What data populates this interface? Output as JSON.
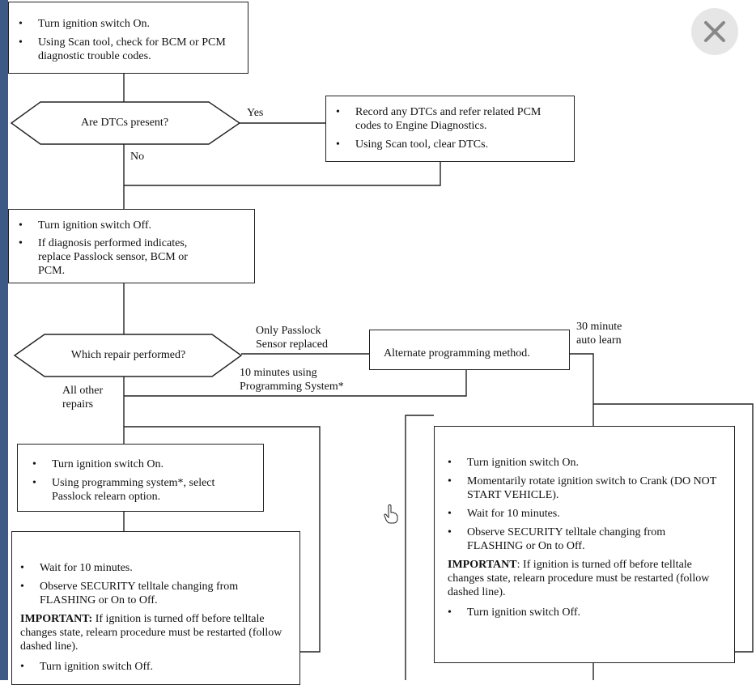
{
  "steps": {
    "step1": {
      "bullets": [
        "Turn ignition switch On.",
        "Using Scan tool, check for BCM or PCM diagnostic trouble codes."
      ]
    },
    "decision1": {
      "question": "Are DTCs present?",
      "yes": "Yes",
      "no": "No"
    },
    "record": {
      "bullets": [
        "Record any DTCs and refer related PCM codes to Engine Diagnostics.",
        "Using Scan tool, clear DTCs."
      ]
    },
    "step2": {
      "bullets": [
        "Turn ignition switch Off.",
        "If diagnosis performed indicates, replace Passlock sensor, BCM or PCM."
      ]
    },
    "decision2": {
      "question": "Which repair performed?",
      "branch_sensor": "Only Passlock\nSensor replaced",
      "branch_other": "All other\nrepairs",
      "branch_programming": "10 minutes using\nProgramming System*",
      "branch_auto": "30 minute\nauto learn"
    },
    "alternate": {
      "label": "Alternate programming method."
    },
    "prog": {
      "bullets": [
        "Turn ignition switch On.",
        "Using programming system*, select Passlock relearn option."
      ]
    },
    "wait_left": {
      "bullets": [
        "Wait for 10 minutes.",
        "Observe SECURITY telltale changing from FLASHING or On to Off."
      ],
      "important_label": "IMPORTANT:",
      "important_text": " If ignition is turned off before telltale changes state, relearn procedure must be restarted (follow dashed line).",
      "final": "Turn ignition switch Off."
    },
    "auto_right": {
      "bullets": [
        "Turn ignition switch On.",
        "Momentarily rotate ignition switch to Crank (DO NOT START VEHICLE).",
        "Wait for 10 minutes.",
        "Observe SECURITY telltale changing from FLASHING or On to Off."
      ],
      "important_label": "IMPORTANT",
      "important_text": ": If ignition is turned off before telltale changes state, relearn procedure must be restarted (follow dashed line).",
      "final": "Turn ignition switch Off."
    }
  },
  "icons": {
    "close": "close-icon",
    "cursor": "hand-pointer-icon"
  }
}
